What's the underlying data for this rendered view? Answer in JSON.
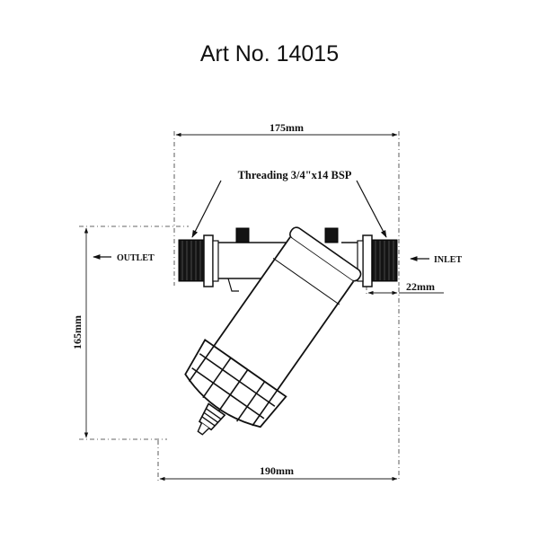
{
  "title": "Art No. 14015",
  "labels": {
    "threading": "Threading 3/4\"x14 BSP",
    "outlet": "OUTLET",
    "inlet": "INLET"
  },
  "dimensions": {
    "width_top": "175mm",
    "height_left": "165mm",
    "thread_len": "22mm",
    "width_bottom": "190mm"
  }
}
